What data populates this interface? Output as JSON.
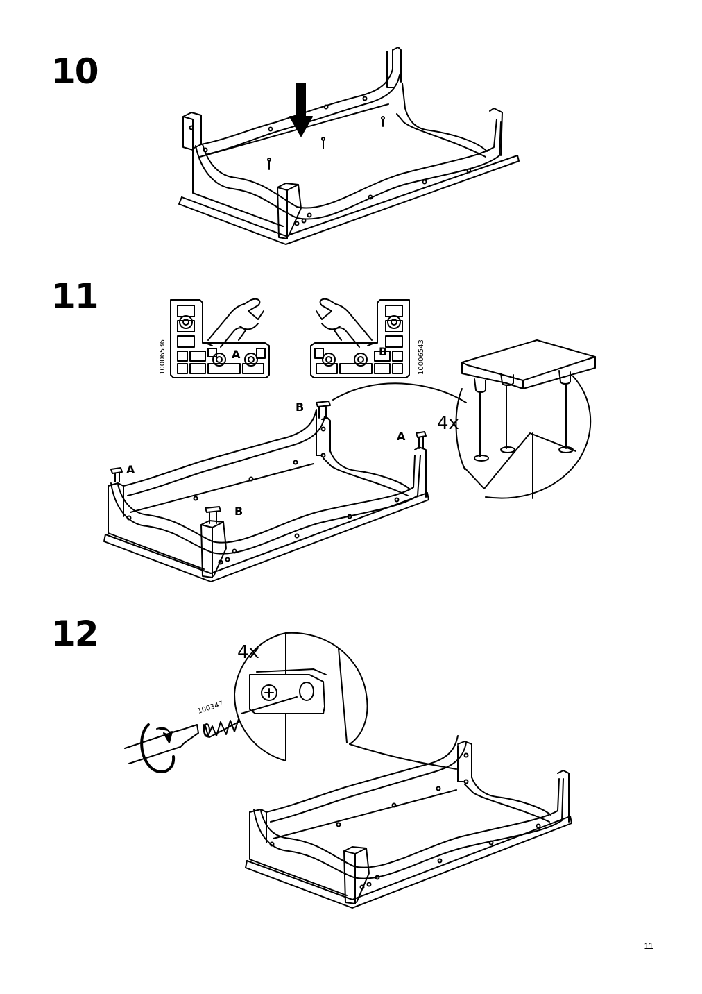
{
  "steps": [
    {
      "number": "10"
    },
    {
      "number": "11",
      "part_a_code": "10006536",
      "part_b_code": "10006543",
      "label_a": "A",
      "label_b": "B",
      "quantity": "4x"
    },
    {
      "number": "12",
      "screw_code": "100347",
      "quantity": "4x"
    }
  ],
  "page_number": "11",
  "icons": [
    "down-arrow-icon",
    "finger-press-icon",
    "screwdriver-icon",
    "rotate-arrow-icon",
    "screw-icon"
  ]
}
